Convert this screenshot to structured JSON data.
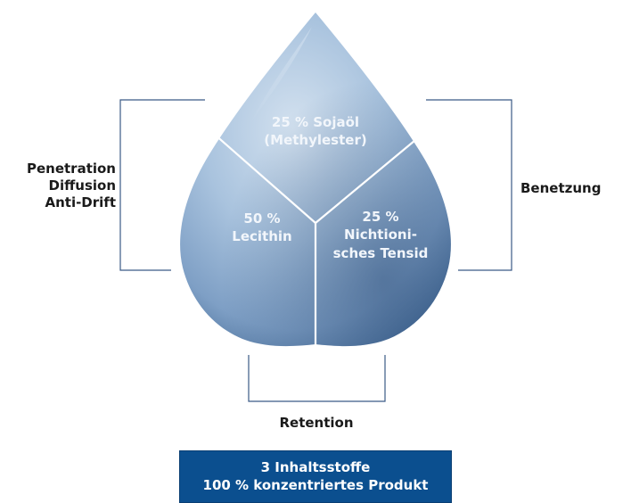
{
  "segments": {
    "top": {
      "line1": "25 % Sojaöl",
      "line2": "(Methylester)"
    },
    "left": {
      "line1": "50 %",
      "line2": "Lecithin"
    },
    "right": {
      "line1": "25 %",
      "line2": "Nichtioni-",
      "line3": "sches Tensid"
    }
  },
  "labels": {
    "left": [
      "Penetration",
      "Diffusion",
      "Anti-Drift"
    ],
    "right": "Benetzung",
    "bottom": "Retention"
  },
  "summary": {
    "line1": "3 Inhaltsstoffe",
    "line2": "100 % konzentriertes Produkt"
  },
  "colors": {
    "drop_light": "#c9d9ea",
    "drop_mid": "#8fb0d2",
    "drop_dark": "#3d6592",
    "bracket": "#3b5a86",
    "summary_box": "#0b4f8f"
  }
}
